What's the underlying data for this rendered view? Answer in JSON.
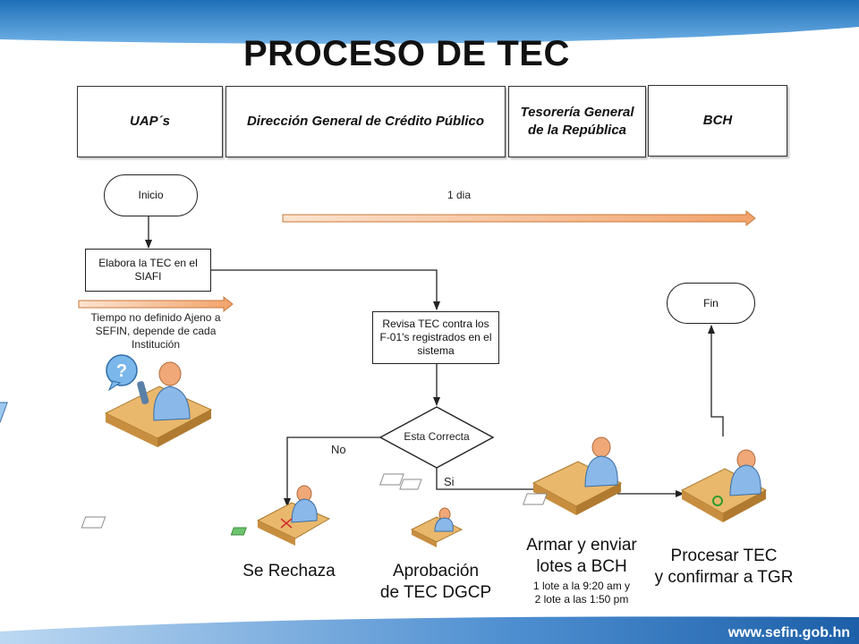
{
  "title": "PROCESO DE TEC",
  "lanes": [
    {
      "label": "UAP´s"
    },
    {
      "label": "Dirección General de Crédito Público"
    },
    {
      "label": "Tesorería General de la República"
    },
    {
      "label": "BCH"
    }
  ],
  "timeline": {
    "label": "1 dia"
  },
  "nodes": {
    "start": "Inicio",
    "elabora": "Elabora la TEC en el SIAFI",
    "revisa": "Revisa TEC contra los F-01's registrados en el sistema",
    "decision": "Esta Correcta",
    "end": "Fin"
  },
  "edge_labels": {
    "no": "No",
    "si": "Si"
  },
  "note": "Tiempo no definido Ajeno a SEFIN, depende de cada Institución",
  "actions": {
    "rechaza": "Se Rechaza",
    "aprobacion_line1": "Aprobación",
    "aprobacion_line2": "de TEC DGCP",
    "armar_line1": "Armar y enviar",
    "armar_line2": "lotes a BCH",
    "armar_detail1": "1 lote a la 9:20 am y",
    "armar_detail2": "2 lote a las 1:50 pm",
    "procesar_line1": "Procesar TEC",
    "procesar_line2": "y confirmar a TGR"
  },
  "footer": {
    "url": "www.sefin.gob.hn"
  },
  "colors": {
    "brand_blue": "#1d6fb8",
    "arrow_fill": "#f2a36b",
    "desk": "#e9b86c",
    "person": "#f0a878"
  },
  "icons": [
    "question-mark-icon",
    "telephone-icon",
    "checkmark-icon"
  ]
}
